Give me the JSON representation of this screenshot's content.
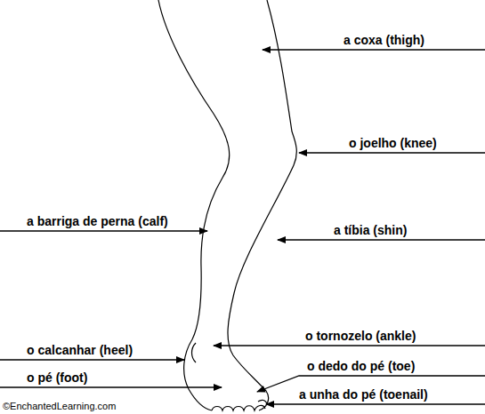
{
  "diagram": {
    "labels": [
      "a coxa (thigh)",
      "o joelho (knee)",
      "a barriga de perna (calf)",
      "a tíbia (shin)",
      "o tornozelo (ankle)",
      "o calcanhar (heel)",
      "o dedo do pé (toe)",
      "o pé (foot)",
      "a unha do pé (toenail)",
      "©EnchantedLearning.com"
    ]
  }
}
